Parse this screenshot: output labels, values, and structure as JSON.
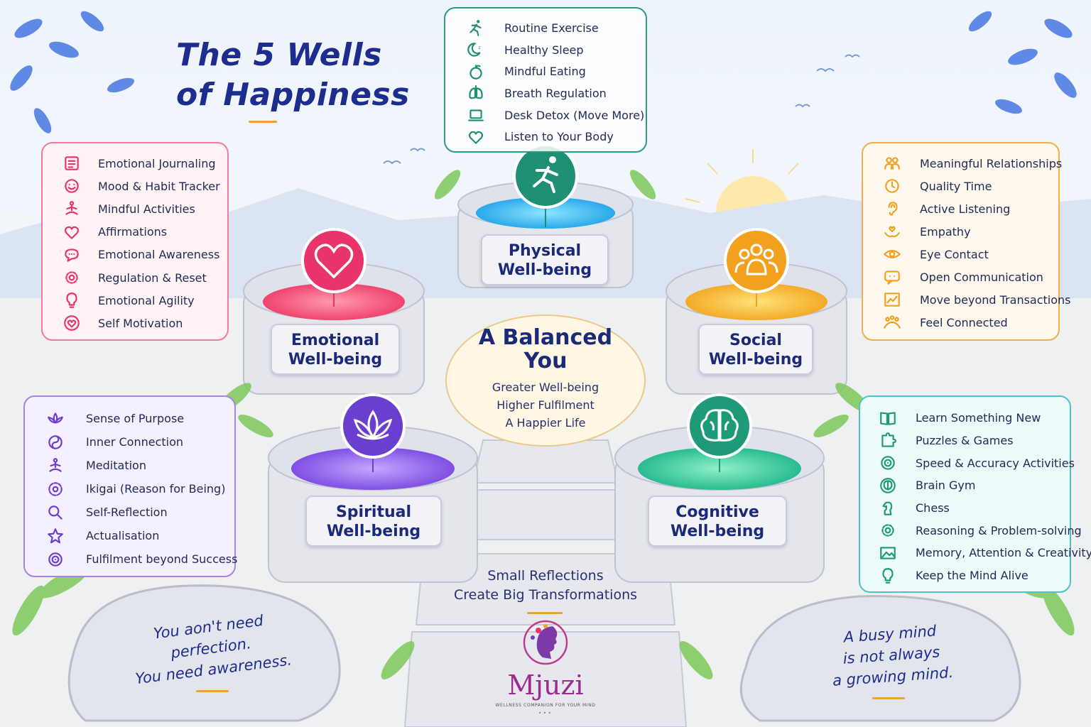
{
  "title": {
    "line1": "The 5 Wells",
    "line2": "of Happiness"
  },
  "colors": {
    "physical": "#1f8f74",
    "emotional": "#e8336b",
    "social": "#f2a11f",
    "spiritual": "#6a3fd0",
    "cognitive": "#1e9a78",
    "heading": "#1c2d8f",
    "accent": "#f0a030"
  },
  "wells": {
    "physical": {
      "label_line1": "Physical",
      "label_line2": "Well-being",
      "icon": "running-person-icon"
    },
    "emotional": {
      "label_line1": "Emotional",
      "label_line2": "Well-being",
      "icon": "heart-icon"
    },
    "social": {
      "label_line1": "Social",
      "label_line2": "Well-being",
      "icon": "group-icon"
    },
    "spiritual": {
      "label_line1": "Spiritual",
      "label_line2": "Well-being",
      "icon": "lotus-icon"
    },
    "cognitive": {
      "label_line1": "Cognitive",
      "label_line2": "Well-being",
      "icon": "brain-icon"
    }
  },
  "panels": {
    "physical": [
      {
        "label": "Routine Exercise",
        "icon": "running-icon"
      },
      {
        "label": "Healthy Sleep",
        "icon": "moon-icon"
      },
      {
        "label": "Mindful Eating",
        "icon": "apple-icon"
      },
      {
        "label": "Breath Regulation",
        "icon": "lungs-icon"
      },
      {
        "label": "Desk Detox (Move More)",
        "icon": "laptop-icon"
      },
      {
        "label": "Listen to Your Body",
        "icon": "heart-icon"
      }
    ],
    "emotional": [
      {
        "label": "Emotional Journaling",
        "icon": "journal-icon"
      },
      {
        "label": "Mood & Habit Tracker",
        "icon": "smiley-icon"
      },
      {
        "label": "Mindful Activities",
        "icon": "meditation-icon"
      },
      {
        "label": "Affirmations",
        "icon": "heart-icon"
      },
      {
        "label": "Emotional Awareness",
        "icon": "speech-bubble-icon"
      },
      {
        "label": "Regulation & Reset",
        "icon": "gear-icon"
      },
      {
        "label": "Emotional Agility",
        "icon": "lightbulb-icon"
      },
      {
        "label": "Self Motivation",
        "icon": "heart-badge-icon"
      }
    ],
    "social": [
      {
        "label": "Meaningful Relationships",
        "icon": "people-icon"
      },
      {
        "label": "Quality Time",
        "icon": "clock-icon"
      },
      {
        "label": "Active Listening",
        "icon": "ear-icon"
      },
      {
        "label": "Empathy",
        "icon": "hands-heart-icon"
      },
      {
        "label": "Eye Contact",
        "icon": "eye-icon"
      },
      {
        "label": "Open Communication",
        "icon": "chat-icon"
      },
      {
        "label": "Move beyond Transactions",
        "icon": "growth-chart-icon"
      },
      {
        "label": "Feel Connected",
        "icon": "connected-people-icon"
      }
    ],
    "spiritual": [
      {
        "label": "Sense of Purpose",
        "icon": "lotus-icon"
      },
      {
        "label": "Inner Connection",
        "icon": "yin-yang-icon"
      },
      {
        "label": "Meditation",
        "icon": "meditation-icon"
      },
      {
        "label": "Ikigai (Reason for Being)",
        "icon": "flower-gear-icon"
      },
      {
        "label": "Self-Reflection",
        "icon": "magnifier-icon"
      },
      {
        "label": "Actualisation",
        "icon": "star-icon"
      },
      {
        "label": "Fulfilment beyond Success",
        "icon": "target-icon"
      }
    ],
    "cognitive": [
      {
        "label": "Learn Something New",
        "icon": "book-icon"
      },
      {
        "label": "Puzzles & Games",
        "icon": "puzzle-icon"
      },
      {
        "label": "Speed & Accuracy Activities",
        "icon": "target-icon"
      },
      {
        "label": "Brain Gym",
        "icon": "brain-circle-icon"
      },
      {
        "label": "Chess",
        "icon": "chess-knight-icon"
      },
      {
        "label": "Reasoning & Problem-solving",
        "icon": "gear-icon"
      },
      {
        "label": "Memory, Attention & Creativity",
        "icon": "picture-icon"
      },
      {
        "label": "Keep the Mind Alive",
        "icon": "lightbulb-icon"
      }
    ]
  },
  "center": {
    "title_line1": "A Balanced",
    "title_line2": "You",
    "lines": [
      "Greater Well-being",
      "Higher Fulfilment",
      "A Happier Life"
    ]
  },
  "steps": {
    "line1": "Small Reflections",
    "line2": "Create Big Transformations"
  },
  "quotes": {
    "left": [
      "You aon't need",
      "perfection.",
      "You need awareness."
    ],
    "right": [
      "A busy mind",
      "is not always",
      "a growing mind."
    ]
  },
  "brand": {
    "name": "Mjuzi",
    "tagline": "WELLNESS COMPANION FOR YOUR MIND",
    "dots": "•••"
  }
}
